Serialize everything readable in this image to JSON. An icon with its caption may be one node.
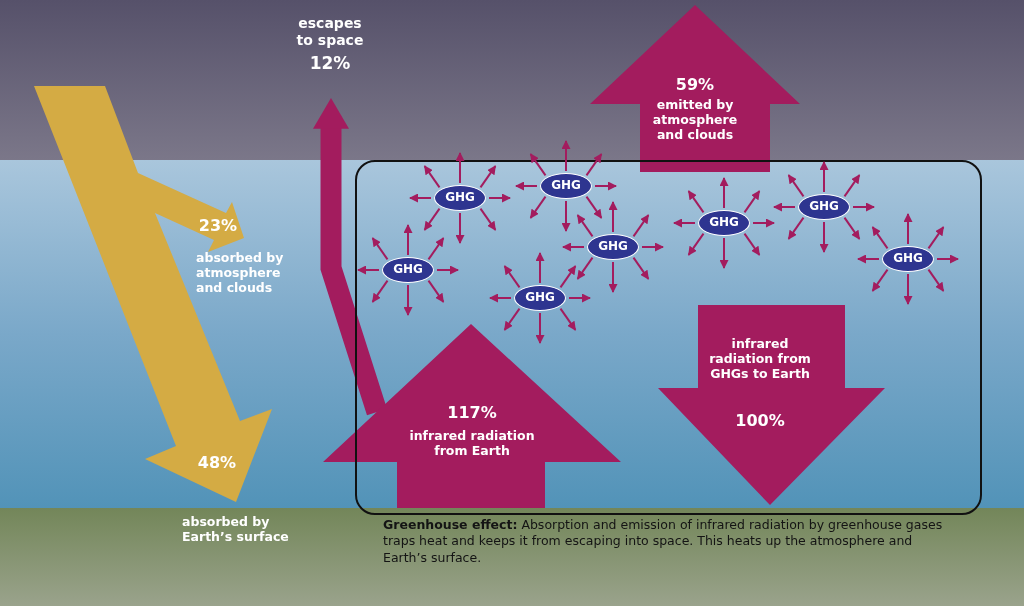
{
  "diagram": {
    "nodes": [
      {
        "text": [
          "**Greenhouse effect:** Absorption and emission of infrared radiation by greenhouse gases traps heat and keeps it from escaping into space. This heats up the atmosphere and Earth’s surface."
        ]
      },
      {
        "text": [
          "23%",
          "48%"
        ],
        "beside": [
          "absorbed by atmosphere and clouds",
          "absorbed by Earth’s surface"
        ]
      },
      {
        "text": [
          "escapes to space",
          "12%"
        ]
      },
      {
        "text": [
          "59%",
          "emitted by atmosphere and clouds"
        ]
      },
      {
        "text": [
          "117%",
          "infrared radiation from Earth"
        ]
      },
      {
        "text": [
          "infrared radiation from GHGs to Earth",
          "100%"
        ],
        "in": 0
      },
      {
        "text": [
          "GHG"
        ],
        "in": 0
      },
      {
        "text": [
          "GHG"
        ],
        "in": 0
      },
      {
        "text": [
          "GHG"
        ],
        "in": 0
      },
      {
        "text": [
          "GHG"
        ],
        "in": 0
      },
      {
        "text": [
          "GHG"
        ],
        "in": 0
      },
      {
        "text": [
          "GHG"
        ],
        "in": 0
      },
      {
        "text": [
          "GHG"
        ],
        "in": 0
      },
      {
        "text": [
          "GHG"
        ],
        "in": 0
      }
    ],
    "edges": [
      {
        "from": 4,
        "to": 2,
        "arrow": "to"
      }
    ]
  }
}
